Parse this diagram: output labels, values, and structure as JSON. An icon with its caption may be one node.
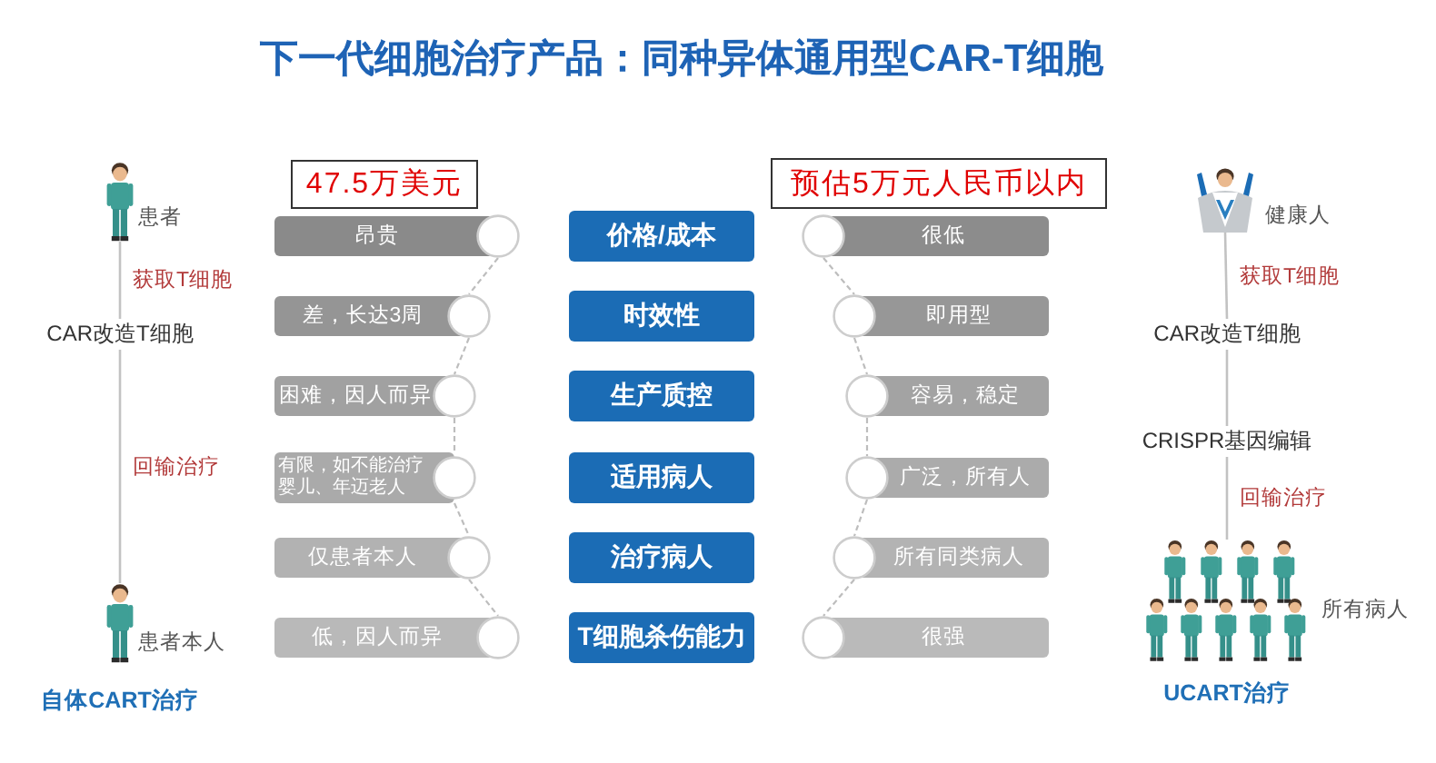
{
  "diagram": {
    "title": "下一代细胞治疗产品：同种异体通用型CAR-T细胞",
    "nodes": [
      {
        "text": [],
        "shape": "person",
        "beside": [
          "患者"
        ]
      },
      {
        "text": [
          "CAR改造T细胞"
        ]
      },
      {
        "text": [],
        "shape": "person",
        "beside": [
          "患者本人"
        ]
      },
      {
        "text": [
          "47.5万美元"
        ]
      },
      {
        "text": [
          "昂贵"
        ]
      },
      {
        "text": [
          "差，长达3周"
        ]
      },
      {
        "text": [
          "困难，因人而异"
        ]
      },
      {
        "text": [
          "有限，如不能治疗婴儿、年迈老人"
        ]
      },
      {
        "text": [
          "仅患者本人"
        ]
      },
      {
        "text": [
          "低，因人而异"
        ]
      },
      {
        "text": [
          "价格/成本"
        ]
      },
      {
        "text": [
          "时效性"
        ]
      },
      {
        "text": [
          "生产质控"
        ]
      },
      {
        "text": [
          "适用病人"
        ]
      },
      {
        "text": [
          "治疗病人"
        ]
      },
      {
        "text": [
          "T细胞杀伤能力"
        ]
      },
      {
        "text": [
          "预估5万元人民币以内"
        ]
      },
      {
        "text": [
          "很低"
        ]
      },
      {
        "text": [
          "即用型"
        ]
      },
      {
        "text": [
          "容易，稳定"
        ]
      },
      {
        "text": [
          "广泛，所有人"
        ]
      },
      {
        "text": [
          "所有同类病人"
        ]
      },
      {
        "text": [
          "很强"
        ]
      },
      {
        "text": [],
        "shape": "person",
        "beside": [
          "健康人"
        ]
      },
      {
        "text": [
          "CAR改造T细胞"
        ]
      },
      {
        "text": [
          "CRISPR基因编辑"
        ]
      },
      {
        "text": [],
        "shape": "person",
        "beside": [
          "所有病人"
        ]
      }
    ],
    "edges": [
      {
        "from": 0,
        "to": 1,
        "arrow": "none",
        "label": "获取T细胞"
      },
      {
        "from": 1,
        "to": 2,
        "arrow": "none",
        "label": "回输治疗"
      },
      {
        "from": 4,
        "to": 5,
        "arrow": "none",
        "style": "dashed"
      },
      {
        "from": 5,
        "to": 6,
        "arrow": "none",
        "style": "dashed"
      },
      {
        "from": 6,
        "to": 7,
        "arrow": "none",
        "style": "dashed"
      },
      {
        "from": 7,
        "to": 8,
        "arrow": "none",
        "style": "dashed"
      },
      {
        "from": 8,
        "to": 9,
        "arrow": "none",
        "style": "dashed"
      },
      {
        "from": 17,
        "to": 18,
        "arrow": "none",
        "style": "dashed"
      },
      {
        "from": 18,
        "to": 19,
        "arrow": "none",
        "style": "dashed"
      },
      {
        "from": 19,
        "to": 20,
        "arrow": "none",
        "style": "dashed"
      },
      {
        "from": 20,
        "to": 21,
        "arrow": "none",
        "style": "dashed"
      },
      {
        "from": 21,
        "to": 22,
        "arrow": "none",
        "style": "dashed"
      },
      {
        "from": 23,
        "to": 24,
        "arrow": "none",
        "label": "获取T细胞"
      },
      {
        "from": 24,
        "to": 25,
        "arrow": "none"
      },
      {
        "from": 25,
        "to": 26,
        "arrow": "none",
        "label": "回输治疗"
      }
    ],
    "labels": [
      "自体CART治疗",
      "UCART治疗"
    ]
  }
}
